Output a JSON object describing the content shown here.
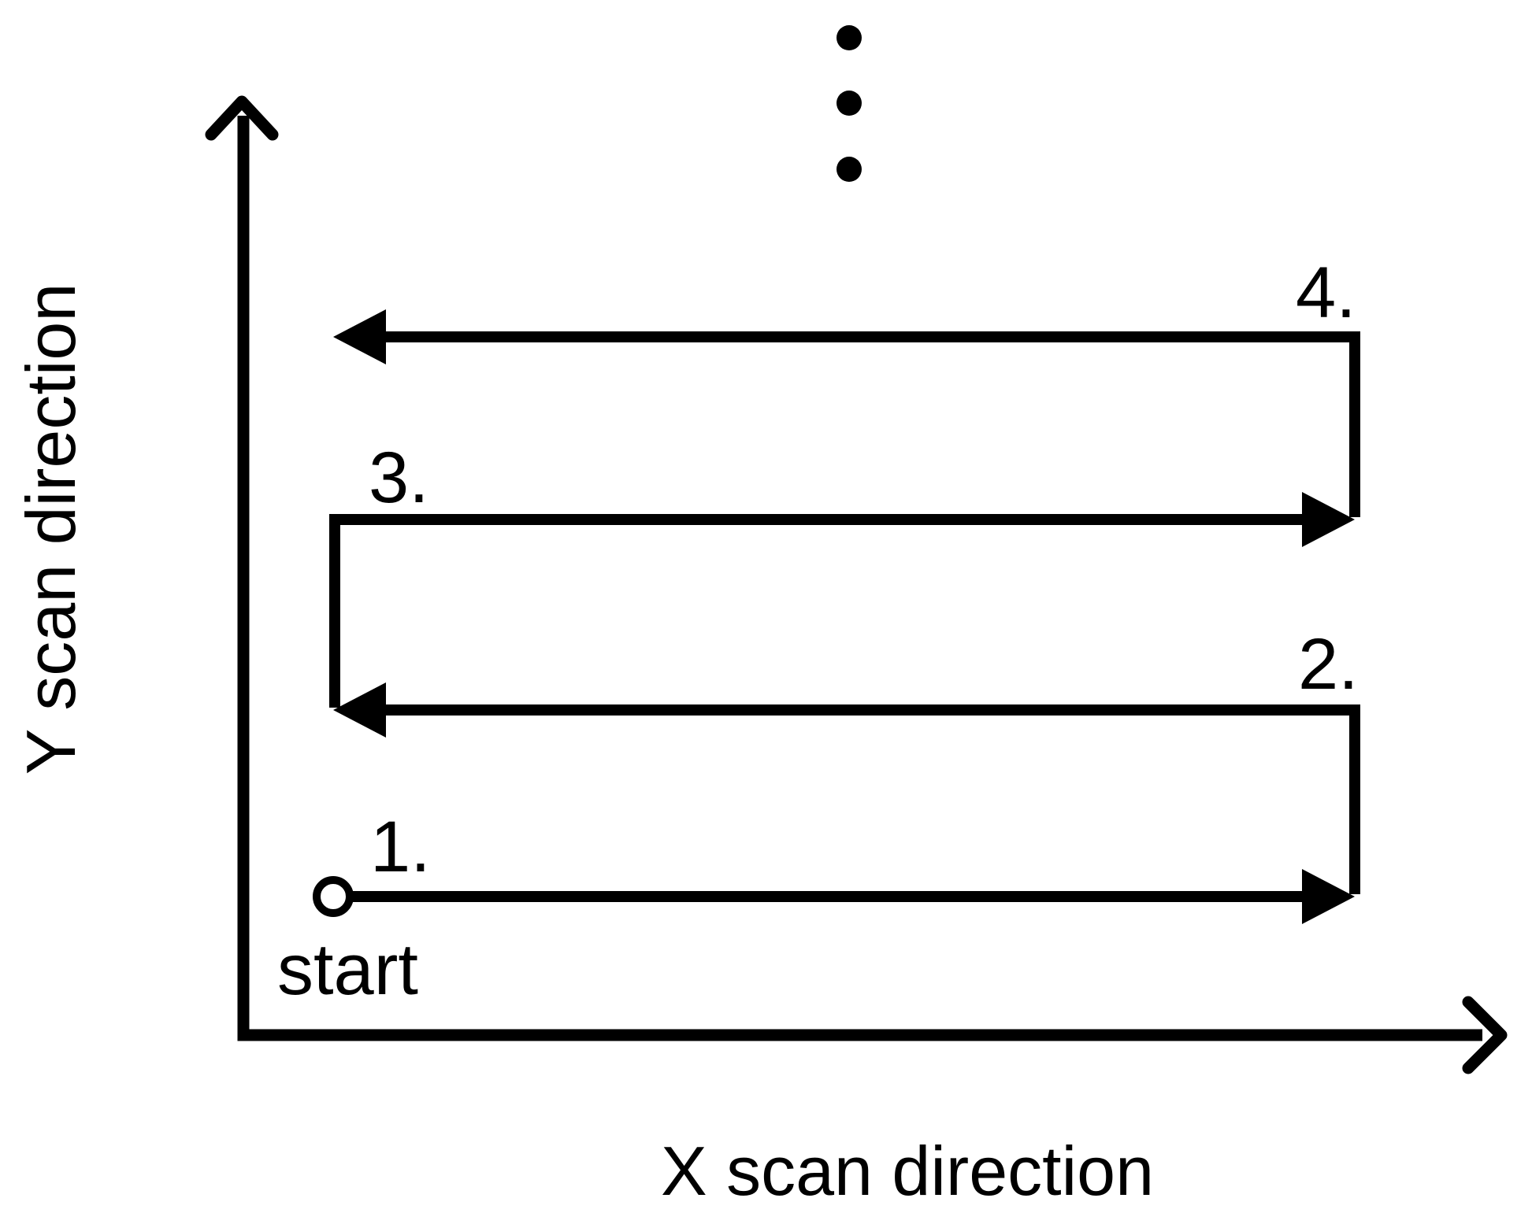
{
  "diagram": {
    "title": "raster-scan-pattern",
    "background_color": "#ffffff",
    "ink_color": "#000000",
    "y_axis_label": "Y scan direction",
    "x_axis_label": "X scan direction",
    "start_label": "start",
    "scan_lines": [
      {
        "label": "1.",
        "direction": "right"
      },
      {
        "label": "2.",
        "direction": "left"
      },
      {
        "label": "3.",
        "direction": "right"
      },
      {
        "label": "4.",
        "direction": "left"
      }
    ],
    "continuation": "vertical-ellipsis (3 dots)"
  }
}
